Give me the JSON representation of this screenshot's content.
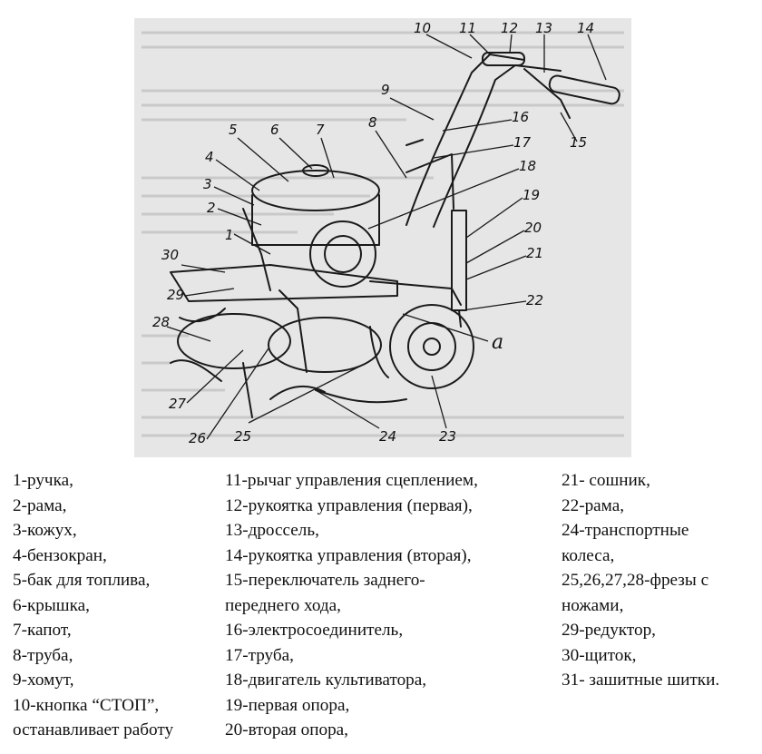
{
  "diagram": {
    "callouts": [
      "1",
      "2",
      "3",
      "4",
      "5",
      "6",
      "7",
      "8",
      "9",
      "10",
      "11",
      "12",
      "13",
      "14",
      "15",
      "16",
      "17",
      "18",
      "19",
      "20",
      "21",
      "22",
      "23",
      "24",
      "25",
      "26",
      "27",
      "28",
      "29",
      "30"
    ],
    "corner_letter": "a"
  },
  "legend": {
    "column1": [
      "1-ручка,",
      "2-рама,",
      "3-кожух,",
      "4-бензокран,",
      "5-бак для топлива,",
      "6-крышка,",
      "7-капот,",
      "8-труба,",
      "9-хомут,",
      "10-кнопка “СТОП”,",
      "останавливает работу"
    ],
    "column2": [
      "11-рычаг управления сцеплением,",
      "12-рукоятка управления (первая),",
      "13-дроссель,",
      "14-рукоятка управления (вторая),",
      "15-переключатель заднего-\nпереднего хода,",
      "16-электросоединитель,",
      "17-труба,",
      "18-двигатель культиватора,",
      "19-первая опора,",
      "20-вторая опора,"
    ],
    "column3": [
      "21- сошник,",
      "22-рама,",
      "24-транспортные\nколеса,",
      "25,26,27,28-фрезы с\nножами,",
      "29-редуктор,",
      "30-щиток,",
      "31- зашитные шитки."
    ]
  }
}
